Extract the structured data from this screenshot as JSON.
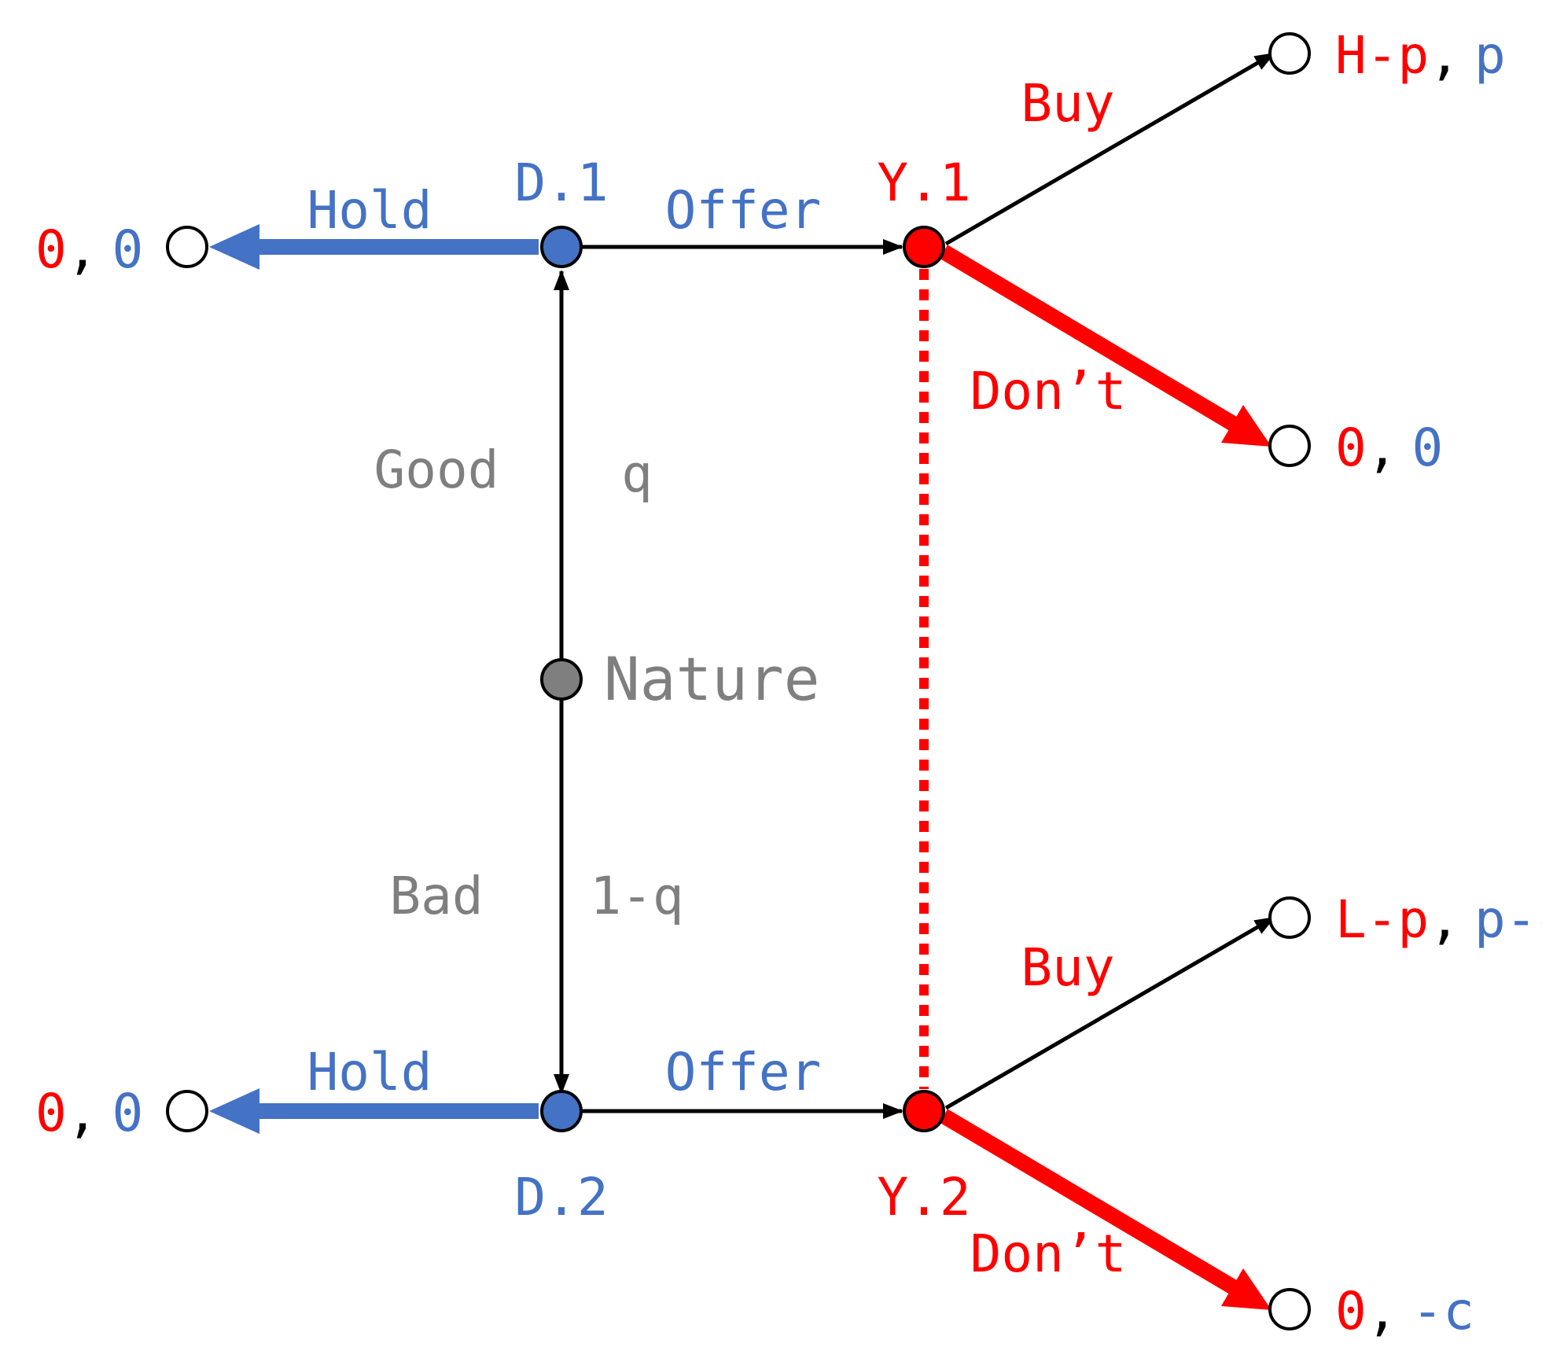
{
  "colors": {
    "player_d": "#4472C4",
    "player_y": "#FF0000",
    "nature": "#7F7F7F",
    "neutral": "#000000",
    "terminal_fill": "#FFFFFF"
  },
  "nodes": {
    "nature": "Nature",
    "d1": "D.1",
    "d2": "D.2",
    "y1": "Y.1",
    "y2": "Y.2"
  },
  "nature_branches": {
    "good": {
      "label": "Good",
      "prob": "q"
    },
    "bad": {
      "label": "Bad",
      "prob": "1-q"
    }
  },
  "actions": {
    "d1_hold": "Hold",
    "d1_offer": "Offer",
    "d2_hold": "Hold",
    "d2_offer": "Offer",
    "y1_buy": "Buy",
    "y1_dont": "Don’t",
    "y2_buy": "Buy",
    "y2_dont": "Don’t"
  },
  "payoffs": {
    "d1_hold": {
      "y": "0",
      "sep": ",",
      "d": "0"
    },
    "d2_hold": {
      "y": "0",
      "sep": ",",
      "d": "0"
    },
    "y1_buy": {
      "y": "H-p",
      "sep": ",",
      "d": "p"
    },
    "y1_dont": {
      "y": "0",
      "sep": ",",
      "d": "0"
    },
    "y2_buy": {
      "y": "L-p",
      "sep": ",",
      "d": "p-c"
    },
    "y2_dont": {
      "y": "0",
      "sep": ",",
      "d": "-c"
    }
  },
  "information_set": {
    "style": "dotted",
    "color": "#FF0000"
  }
}
